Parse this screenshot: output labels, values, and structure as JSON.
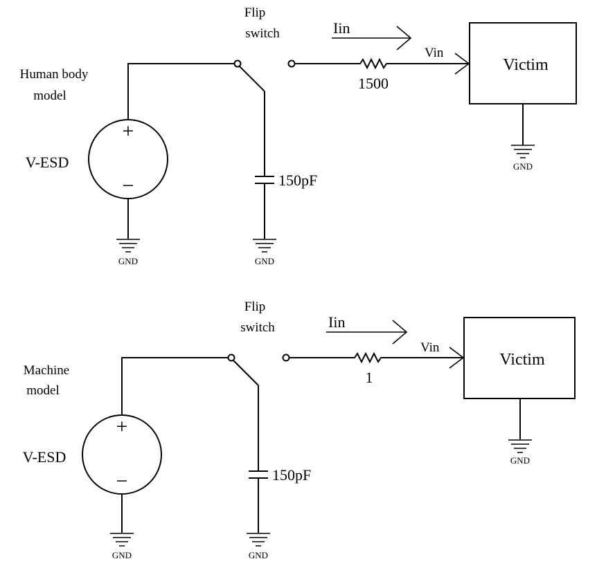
{
  "colors": {
    "stroke": "#000000",
    "background": "#ffffff"
  },
  "circuits": [
    {
      "model_label_line1": "Human body",
      "model_label_line2": "model",
      "source_label": "V-ESD",
      "switch_label_line1": "Flip",
      "switch_label_line2": "switch",
      "current_label": "Iin",
      "voltage_label": "Vin",
      "resistor_value": "1500",
      "capacitor_value": "150pF",
      "load_label": "Victim",
      "plus_sign": "+",
      "minus_sign": "−",
      "ground_labels": [
        "GND",
        "GND",
        "GND"
      ]
    },
    {
      "model_label_line1": "Machine",
      "model_label_line2": "model",
      "source_label": "V-ESD",
      "switch_label_line1": "Flip",
      "switch_label_line2": "switch",
      "current_label": "Iin",
      "voltage_label": "Vin",
      "resistor_value": "1",
      "capacitor_value": "150pF",
      "load_label": "Victim",
      "plus_sign": "+",
      "minus_sign": "−",
      "ground_labels": [
        "GND",
        "GND",
        "GND"
      ]
    }
  ]
}
